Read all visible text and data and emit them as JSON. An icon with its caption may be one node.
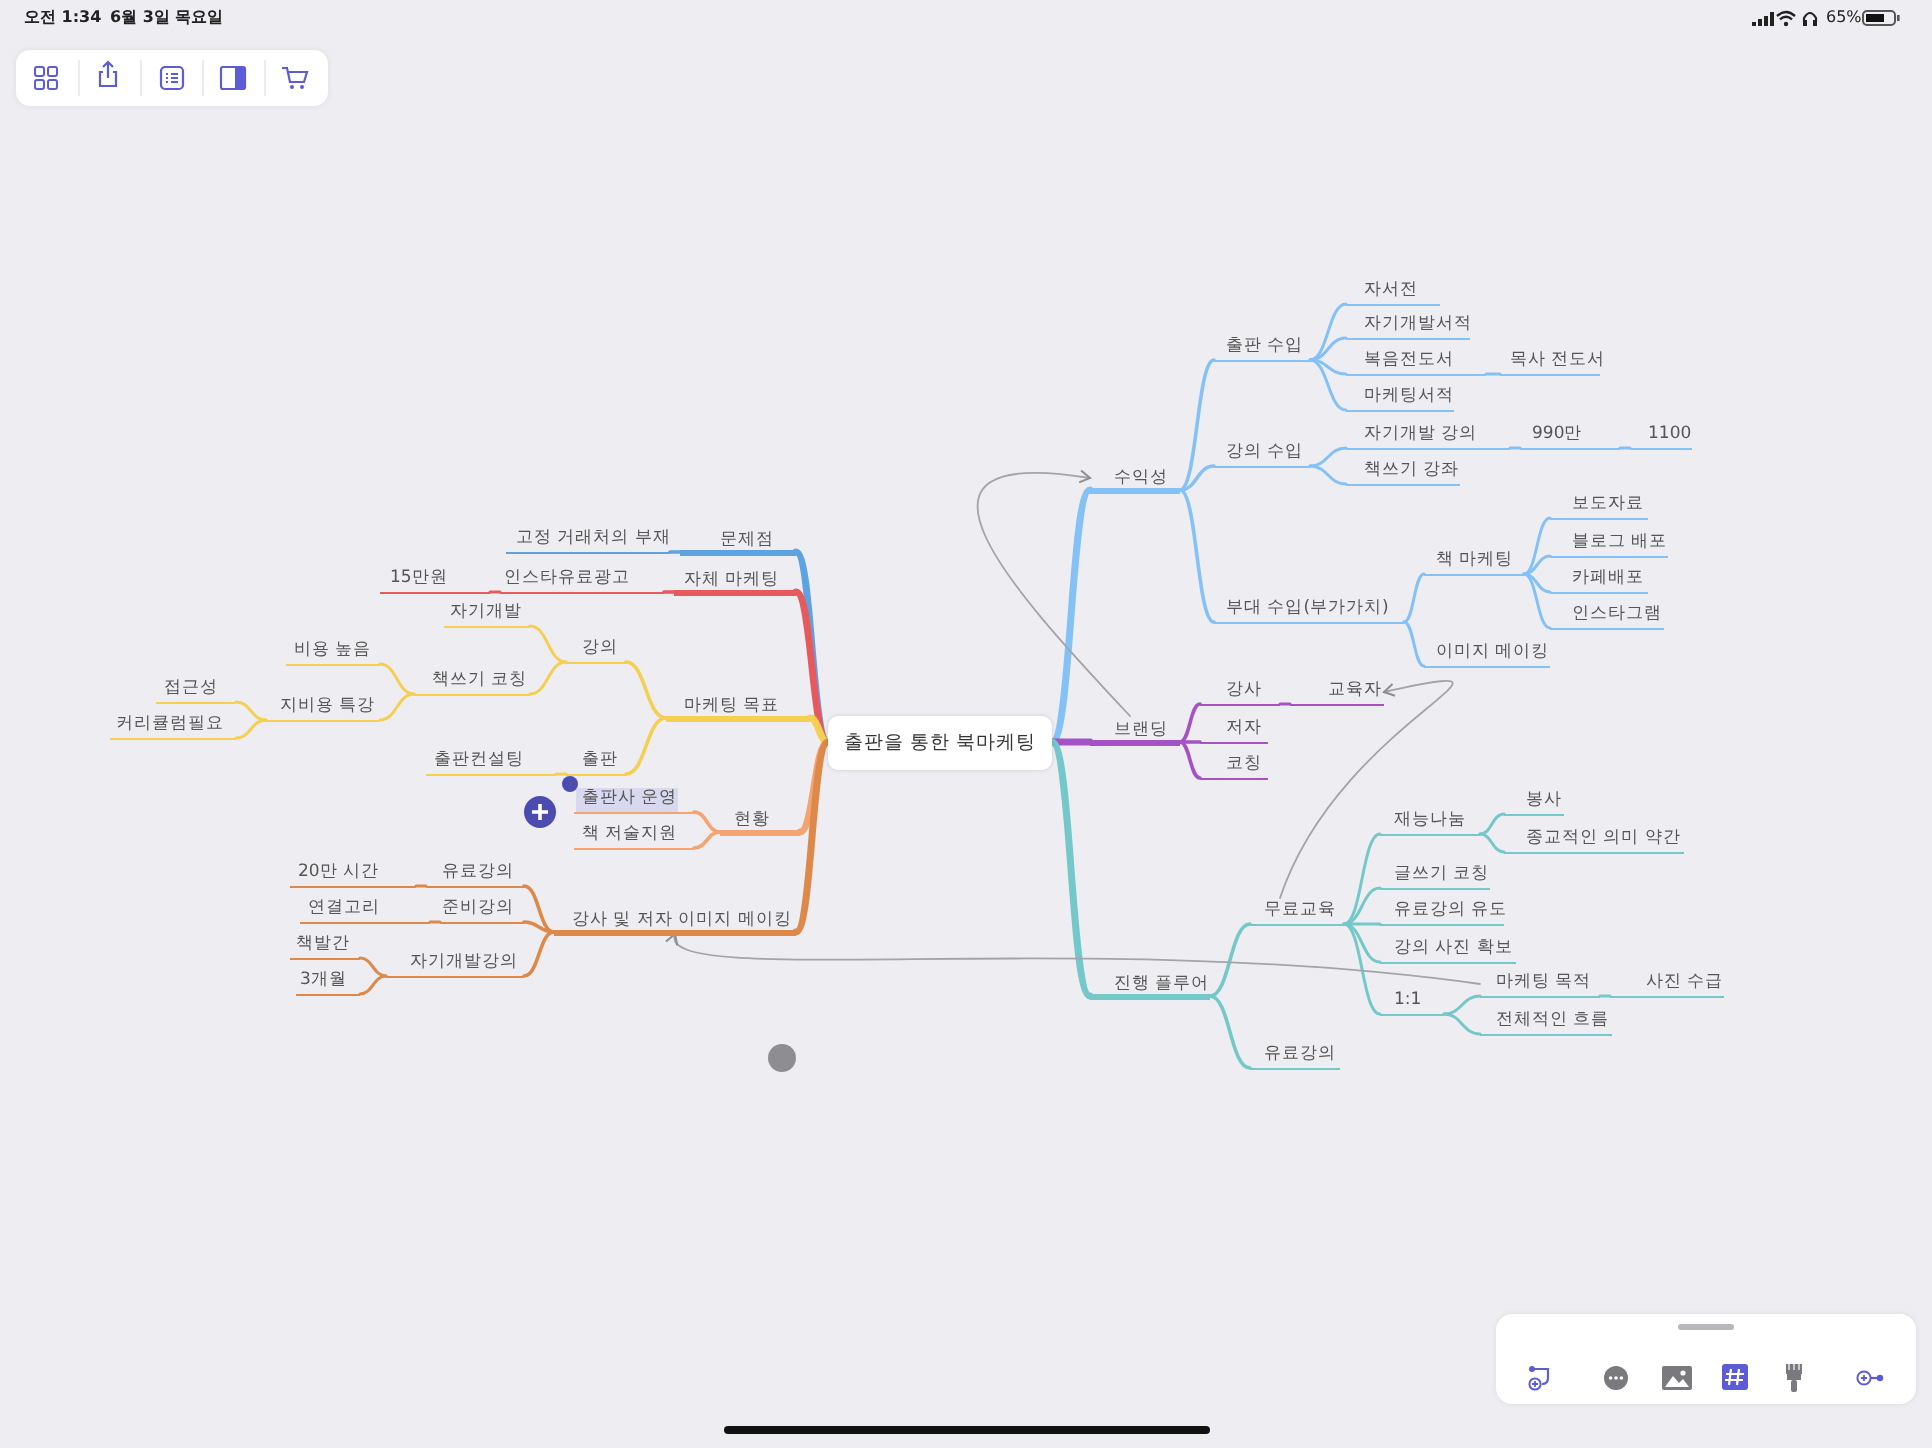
{
  "diagram": {
    "nodes": [
      {
        "text": [
          "출판을 통한 북마케팅"
        ]
      },
      {
        "text": [
          "수익성"
        ]
      },
      {
        "text": [
          "출판 수입"
        ]
      },
      {
        "text": [
          "자서전"
        ]
      },
      {
        "text": [
          "자기개발서적"
        ]
      },
      {
        "text": [
          "복음전도서"
        ]
      },
      {
        "text": [
          "목사 전도서"
        ]
      },
      {
        "text": [
          "마케팅서적"
        ]
      },
      {
        "text": [
          "강의 수입"
        ]
      },
      {
        "text": [
          "자기개발 강의"
        ]
      },
      {
        "text": [
          "990만"
        ]
      },
      {
        "text": [
          "1100"
        ]
      },
      {
        "text": [
          "책쓰기 강좌"
        ]
      },
      {
        "text": [
          "부대 수입(부가가치)"
        ]
      },
      {
        "text": [
          "책 마케팅"
        ]
      },
      {
        "text": [
          "보도자료"
        ]
      },
      {
        "text": [
          "블로그 배포"
        ]
      },
      {
        "text": [
          "카페배포"
        ]
      },
      {
        "text": [
          "인스타그램"
        ]
      },
      {
        "text": [
          "이미지 메이킹"
        ]
      },
      {
        "text": [
          "브랜딩"
        ]
      },
      {
        "text": [
          "강사"
        ]
      },
      {
        "text": [
          "교육자"
        ]
      },
      {
        "text": [
          "저자"
        ]
      },
      {
        "text": [
          "코칭"
        ]
      },
      {
        "text": [
          "진행 플루어"
        ]
      },
      {
        "text": [
          "무료교육"
        ]
      },
      {
        "text": [
          "재능나눔"
        ]
      },
      {
        "text": [
          "봉사"
        ]
      },
      {
        "text": [
          "종교적인 의미 약간"
        ]
      },
      {
        "text": [
          "글쓰기 코칭"
        ]
      },
      {
        "text": [
          "유료강의 유도"
        ]
      },
      {
        "text": [
          "강의 사진 확보"
        ]
      },
      {
        "text": [
          "1:1"
        ]
      },
      {
        "text": [
          "마케팅 목적"
        ]
      },
      {
        "text": [
          "사진 수급"
        ]
      },
      {
        "text": [
          "전체적인 흐름"
        ]
      },
      {
        "text": [
          "유료강의"
        ]
      },
      {
        "text": [
          "문제점"
        ]
      },
      {
        "text": [
          "고정 거래처의 부재"
        ]
      },
      {
        "text": [
          "자체 마케팅"
        ]
      },
      {
        "text": [
          "인스타유료광고"
        ]
      },
      {
        "text": [
          "15만원"
        ]
      },
      {
        "text": [
          "마케팅 목표"
        ]
      },
      {
        "text": [
          "강의"
        ]
      },
      {
        "text": [
          "자기개발"
        ]
      },
      {
        "text": [
          "책쓰기 코칭"
        ]
      },
      {
        "text": [
          "비용 높음"
        ]
      },
      {
        "text": [
          "지비용 특강"
        ]
      },
      {
        "text": [
          "접근성"
        ]
      },
      {
        "text": [
          "커리큘럼필요"
        ]
      },
      {
        "text": [
          "출판"
        ]
      },
      {
        "text": [
          "출판컨설팅"
        ]
      },
      {
        "text": [
          "현황"
        ]
      },
      {
        "text": [
          "출판사 운영"
        ]
      },
      {
        "text": [
          "책 저술지원"
        ]
      },
      {
        "text": [
          "강사 및 저자 이미지 메이킹"
        ]
      },
      {
        "text": [
          "유료강의"
        ]
      },
      {
        "text": [
          "20만 시간"
        ]
      },
      {
        "text": [
          "준비강의"
        ]
      },
      {
        "text": [
          "연결고리"
        ]
      },
      {
        "text": [
          "자기개발강의"
        ]
      },
      {
        "text": [
          "책발간"
        ]
      },
      {
        "text": [
          "3개월"
        ]
      }
    ],
    "edges": [
      {
        "from": 0,
        "to": 1,
        "arrow": "none",
        "style": "thick",
        "color": "#84c1f7"
      },
      {
        "from": 1,
        "to": 2,
        "arrow": "none",
        "color": "#84c1f7"
      },
      {
        "from": 2,
        "to": 3,
        "arrow": "none",
        "color": "#84c1f7"
      },
      {
        "from": 2,
        "to": 4,
        "arrow": "none",
        "color": "#84c1f7"
      },
      {
        "from": 2,
        "to": 5,
        "arrow": "none",
        "color": "#84c1f7"
      },
      {
        "from": 5,
        "to": 6,
        "arrow": "none",
        "color": "#84c1f7"
      },
      {
        "from": 2,
        "to": 7,
        "arrow": "none",
        "color": "#84c1f7"
      },
      {
        "from": 1,
        "to": 8,
        "arrow": "none",
        "color": "#84c1f7"
      },
      {
        "from": 8,
        "to": 9,
        "arrow": "none",
        "color": "#84c1f7"
      },
      {
        "from": 9,
        "to": 10,
        "arrow": "none",
        "color": "#84c1f7"
      },
      {
        "from": 10,
        "to": 11,
        "arrow": "none",
        "color": "#84c1f7"
      },
      {
        "from": 8,
        "to": 12,
        "arrow": "none",
        "color": "#84c1f7"
      },
      {
        "from": 1,
        "to": 13,
        "arrow": "none",
        "color": "#84c1f7"
      },
      {
        "from": 13,
        "to": 14,
        "arrow": "none",
        "color": "#84c1f7"
      },
      {
        "from": 14,
        "to": 15,
        "arrow": "none",
        "color": "#84c1f7"
      },
      {
        "from": 14,
        "to": 16,
        "arrow": "none",
        "color": "#84c1f7"
      },
      {
        "from": 14,
        "to": 17,
        "arrow": "none",
        "color": "#84c1f7"
      },
      {
        "from": 14,
        "to": 18,
        "arrow": "none",
        "color": "#84c1f7"
      },
      {
        "from": 13,
        "to": 19,
        "arrow": "none",
        "color": "#84c1f7"
      },
      {
        "from": 0,
        "to": 20,
        "arrow": "none",
        "style": "thick",
        "color": "#a453c6"
      },
      {
        "from": 20,
        "to": 21,
        "arrow": "none",
        "color": "#a453c6"
      },
      {
        "from": 21,
        "to": 22,
        "arrow": "none",
        "color": "#a453c6"
      },
      {
        "from": 20,
        "to": 23,
        "arrow": "none",
        "color": "#a453c6"
      },
      {
        "from": 20,
        "to": 24,
        "arrow": "none",
        "color": "#a453c6"
      },
      {
        "from": 0,
        "to": 25,
        "arrow": "none",
        "style": "thick",
        "color": "#74c8ca"
      },
      {
        "from": 25,
        "to": 26,
        "arrow": "none",
        "color": "#74c8ca"
      },
      {
        "from": 26,
        "to": 27,
        "arrow": "none",
        "color": "#74c8ca"
      },
      {
        "from": 27,
        "to": 28,
        "arrow": "none",
        "color": "#74c8ca"
      },
      {
        "from": 27,
        "to": 29,
        "arrow": "none",
        "color": "#74c8ca"
      },
      {
        "from": 26,
        "to": 30,
        "arrow": "none",
        "color": "#74c8ca"
      },
      {
        "from": 26,
        "to": 31,
        "arrow": "none",
        "color": "#74c8ca"
      },
      {
        "from": 26,
        "to": 32,
        "arrow": "none",
        "color": "#74c8ca"
      },
      {
        "from": 26,
        "to": 33,
        "arrow": "none",
        "color": "#74c8ca"
      },
      {
        "from": 33,
        "to": 34,
        "arrow": "none",
        "color": "#74c8ca"
      },
      {
        "from": 34,
        "to": 35,
        "arrow": "none",
        "color": "#74c8ca"
      },
      {
        "from": 33,
        "to": 36,
        "arrow": "none",
        "color": "#74c8ca"
      },
      {
        "from": 25,
        "to": 37,
        "arrow": "none",
        "color": "#74c8ca"
      },
      {
        "from": 0,
        "to": 38,
        "arrow": "none",
        "style": "thick",
        "color": "#5ea2e2"
      },
      {
        "from": 38,
        "to": 39,
        "arrow": "none",
        "color": "#5ea2e2"
      },
      {
        "from": 0,
        "to": 40,
        "arrow": "none",
        "style": "thick",
        "color": "#e65a5e"
      },
      {
        "from": 40,
        "to": 41,
        "arrow": "none",
        "color": "#e65a5e"
      },
      {
        "from": 41,
        "to": 42,
        "arrow": "none",
        "color": "#e65a5e"
      },
      {
        "from": 0,
        "to": 43,
        "arrow": "none",
        "style": "thick",
        "color": "#f5cf52"
      },
      {
        "from": 43,
        "to": 44,
        "arrow": "none",
        "color": "#f5cf52"
      },
      {
        "from": 44,
        "to": 45,
        "arrow": "none",
        "color": "#f5cf52"
      },
      {
        "from": 44,
        "to": 46,
        "arrow": "none",
        "color": "#f5cf52"
      },
      {
        "from": 46,
        "to": 47,
        "arrow": "none",
        "color": "#f5cf52"
      },
      {
        "from": 46,
        "to": 48,
        "arrow": "none",
        "color": "#f5cf52"
      },
      {
        "from": 48,
        "to": 49,
        "arrow": "none",
        "color": "#f5cf52"
      },
      {
        "from": 48,
        "to": 50,
        "arrow": "none",
        "color": "#f5cf52"
      },
      {
        "from": 43,
        "to": 51,
        "arrow": "none",
        "color": "#f5cf52"
      },
      {
        "from": 51,
        "to": 52,
        "arrow": "none",
        "color": "#f5cf52"
      },
      {
        "from": 0,
        "to": 53,
        "arrow": "none",
        "style": "thick",
        "color": "#f4a470"
      },
      {
        "from": 53,
        "to": 54,
        "arrow": "none",
        "color": "#f4a470"
      },
      {
        "from": 53,
        "to": 55,
        "arrow": "none",
        "color": "#f4a470"
      },
      {
        "from": 0,
        "to": 56,
        "arrow": "none",
        "style": "thick",
        "color": "#de884a"
      },
      {
        "from": 56,
        "to": 57,
        "arrow": "none",
        "color": "#de884a"
      },
      {
        "from": 57,
        "to": 58,
        "arrow": "none",
        "color": "#de884a"
      },
      {
        "from": 56,
        "to": 59,
        "arrow": "none",
        "color": "#de884a"
      },
      {
        "from": 59,
        "to": 60,
        "arrow": "none",
        "color": "#de884a"
      },
      {
        "from": 56,
        "to": 61,
        "arrow": "none",
        "color": "#de884a"
      },
      {
        "from": 61,
        "to": 62,
        "arrow": "none",
        "color": "#de884a"
      },
      {
        "from": 61,
        "to": 63,
        "arrow": "none",
        "color": "#de884a"
      },
      {
        "from": 20,
        "to": 1,
        "arrow": "to",
        "color": "#a3a3a8"
      },
      {
        "from": 26,
        "to": 22,
        "arrow": "to",
        "color": "#a3a3a8"
      },
      {
        "from": 34,
        "to": 56,
        "arrow": "to",
        "color": "#a3a3a8"
      }
    ],
    "labels": [
      "오전 1:34",
      "6월 3일 목요일",
      "65%"
    ]
  }
}
